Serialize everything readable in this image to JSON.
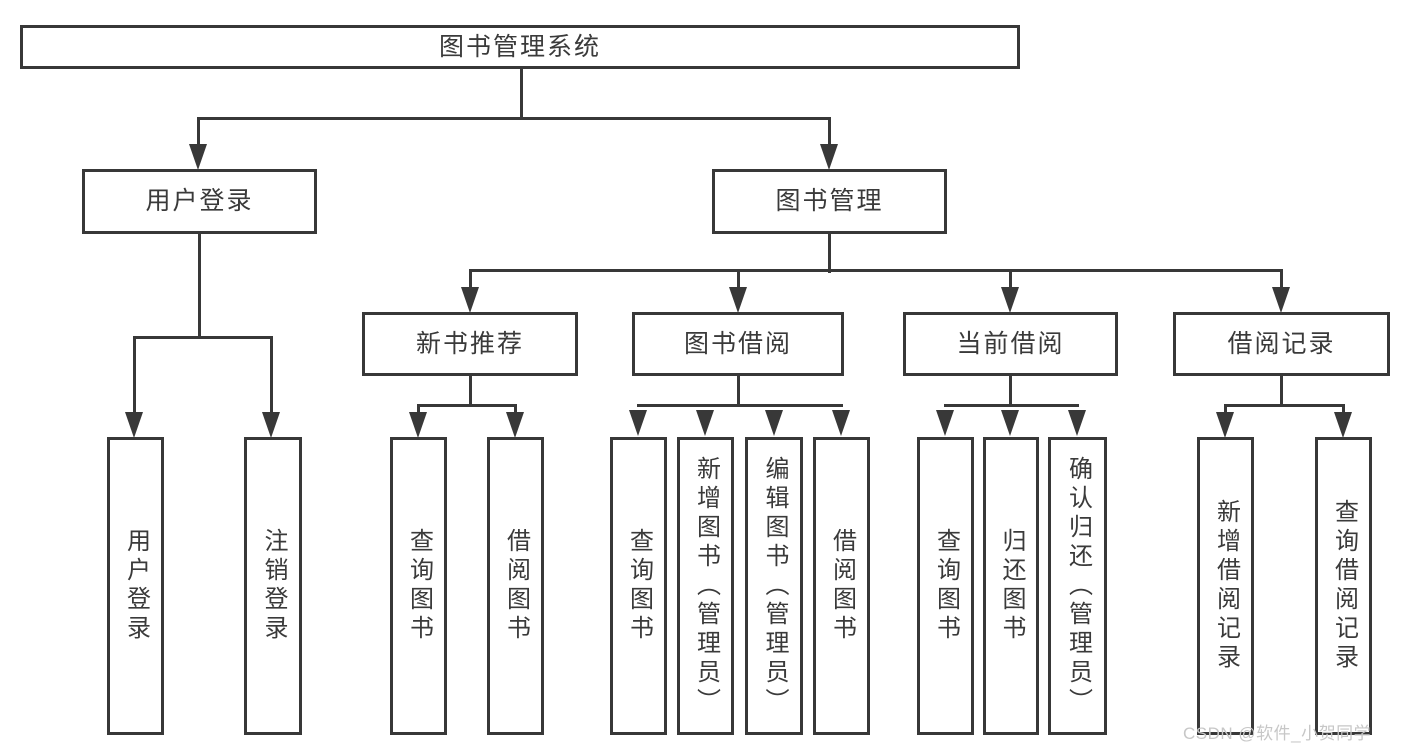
{
  "tree": {
    "root": {
      "label": "图书管理系统"
    },
    "branches": [
      {
        "label": "用户登录",
        "children": [
          {
            "label": "用户登录"
          },
          {
            "label": "注销登录"
          }
        ]
      },
      {
        "label": "图书管理",
        "children": [
          {
            "label": "新书推荐",
            "children": [
              {
                "label": "查询图书"
              },
              {
                "label": "借阅图书"
              }
            ]
          },
          {
            "label": "图书借阅",
            "children": [
              {
                "label": "查询图书"
              },
              {
                "label": "新增图书（管理员）"
              },
              {
                "label": "编辑图书（管理员）"
              },
              {
                "label": "借阅图书"
              }
            ]
          },
          {
            "label": "当前借阅",
            "children": [
              {
                "label": "查询图书"
              },
              {
                "label": "归还图书"
              },
              {
                "label": "确认归还（管理员）"
              }
            ]
          },
          {
            "label": "借阅记录",
            "children": [
              {
                "label": "新增借阅记录"
              },
              {
                "label": "查询借阅记录"
              }
            ]
          }
        ]
      }
    ]
  },
  "watermark": {
    "text": "CSDN @软件_小贺同学"
  },
  "colors": {
    "line": "#383838",
    "text": "#3a3a3a",
    "watermark": "#c7c7c7",
    "background": "#ffffff"
  }
}
